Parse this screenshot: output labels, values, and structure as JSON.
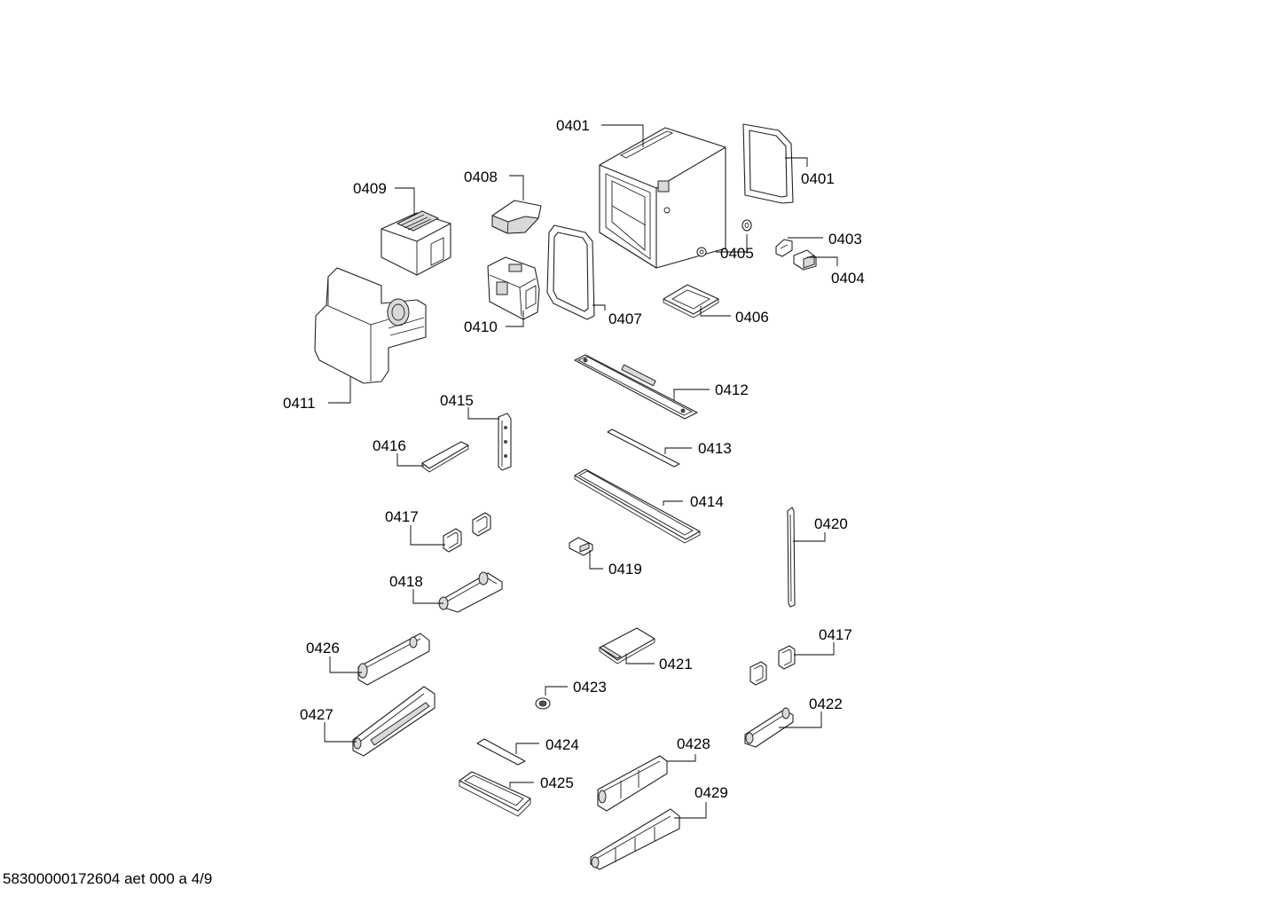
{
  "parts": [
    {
      "key": "p0401a",
      "label": "0401"
    },
    {
      "key": "p0401b",
      "label": "0401"
    },
    {
      "key": "p0403",
      "label": "0403"
    },
    {
      "key": "p0404",
      "label": "0404"
    },
    {
      "key": "p0405",
      "label": "0405"
    },
    {
      "key": "p0406",
      "label": "0406"
    },
    {
      "key": "p0407",
      "label": "0407"
    },
    {
      "key": "p0408",
      "label": "0408"
    },
    {
      "key": "p0409",
      "label": "0409"
    },
    {
      "key": "p0410",
      "label": "0410"
    },
    {
      "key": "p0411",
      "label": "0411"
    },
    {
      "key": "p0412",
      "label": "0412"
    },
    {
      "key": "p0413",
      "label": "0413"
    },
    {
      "key": "p0414",
      "label": "0414"
    },
    {
      "key": "p0415",
      "label": "0415"
    },
    {
      "key": "p0416",
      "label": "0416"
    },
    {
      "key": "p0417a",
      "label": "0417"
    },
    {
      "key": "p0417b",
      "label": "0417"
    },
    {
      "key": "p0418",
      "label": "0418"
    },
    {
      "key": "p0419",
      "label": "0419"
    },
    {
      "key": "p0420",
      "label": "0420"
    },
    {
      "key": "p0421",
      "label": "0421"
    },
    {
      "key": "p0422",
      "label": "0422"
    },
    {
      "key": "p0423",
      "label": "0423"
    },
    {
      "key": "p0424",
      "label": "0424"
    },
    {
      "key": "p0425",
      "label": "0425"
    },
    {
      "key": "p0426",
      "label": "0426"
    },
    {
      "key": "p0427",
      "label": "0427"
    },
    {
      "key": "p0428",
      "label": "0428"
    },
    {
      "key": "p0429",
      "label": "0429"
    }
  ],
  "footer": "58300000172604 aet 000 a 4/9"
}
